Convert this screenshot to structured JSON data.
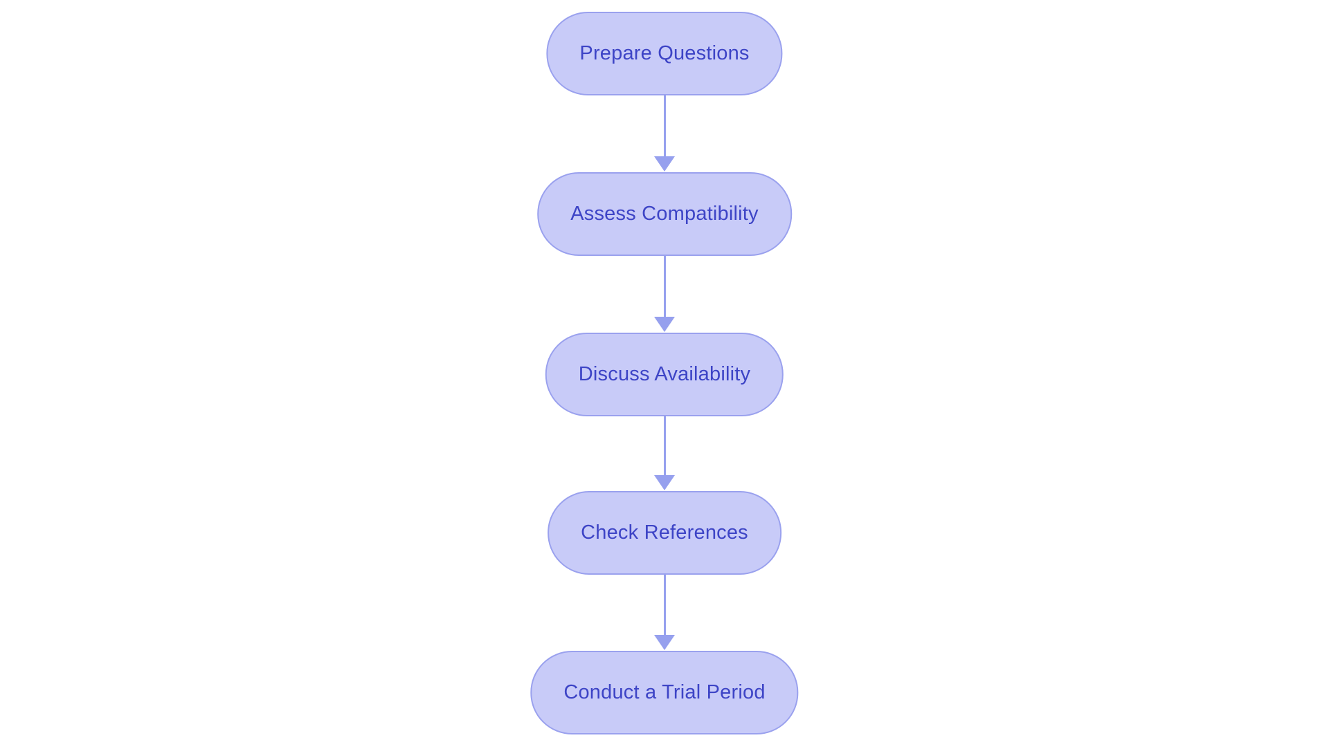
{
  "diagram": {
    "type": "flowchart",
    "direction": "top-down",
    "nodes": [
      {
        "id": "n1",
        "label": "Prepare Questions"
      },
      {
        "id": "n2",
        "label": "Assess Compatibility"
      },
      {
        "id": "n3",
        "label": "Discuss Availability"
      },
      {
        "id": "n4",
        "label": "Check References"
      },
      {
        "id": "n5",
        "label": "Conduct a Trial Period"
      }
    ],
    "edges": [
      {
        "from": "n1",
        "to": "n2"
      },
      {
        "from": "n2",
        "to": "n3"
      },
      {
        "from": "n3",
        "to": "n4"
      },
      {
        "from": "n4",
        "to": "n5"
      }
    ]
  },
  "theme": {
    "background": "#ffffff",
    "node-fill": "#c8cbf8",
    "node-border": "#9aa1ee",
    "node-text": "#3d44c6",
    "arrow-color": "#96a0ee"
  }
}
